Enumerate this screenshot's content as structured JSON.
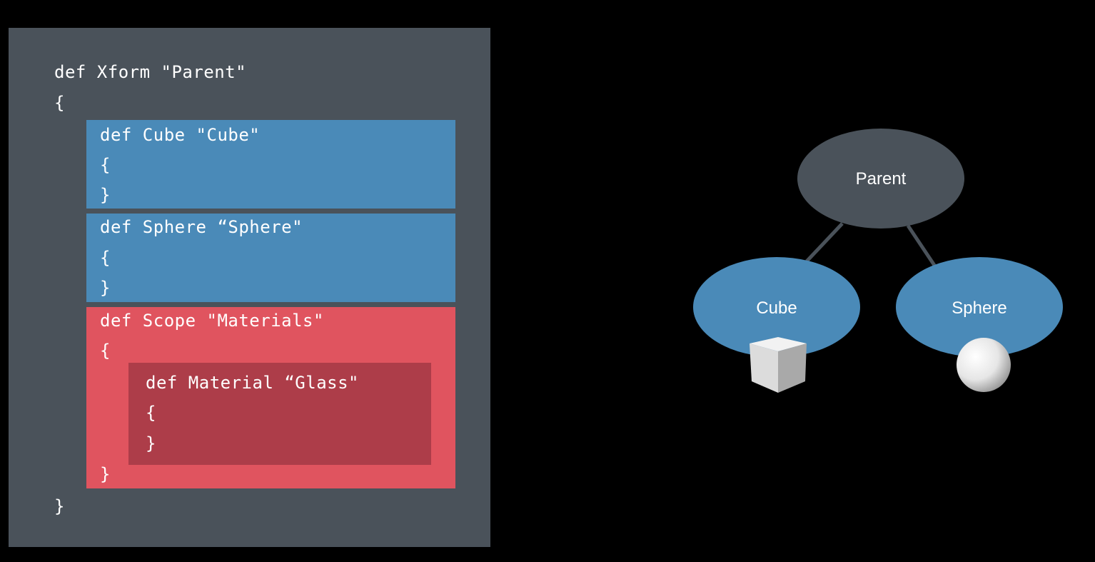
{
  "code": {
    "xform_def": "def Xform \"Parent\"",
    "xform_open": "{",
    "cube_def": "def Cube \"Cube\"",
    "cube_open": "{",
    "cube_close": "}",
    "sphere_def": "def Sphere “Sphere\"",
    "sphere_open": "{",
    "sphere_close": "}",
    "scope_def": "def Scope \"Materials\"",
    "scope_open": "{",
    "material_def": "def Material “Glass\"",
    "material_open": "{",
    "material_close": "}",
    "scope_close": "}",
    "xform_close": "}"
  },
  "tree": {
    "root": "Parent",
    "children": [
      "Cube",
      "Sphere"
    ]
  },
  "colors": {
    "panel": "#4a525a",
    "prim_blue": "#4a8ab8",
    "scope_red": "#e0545f",
    "material_dark_red": "#ad3d49",
    "root_node": "#4a525a"
  }
}
